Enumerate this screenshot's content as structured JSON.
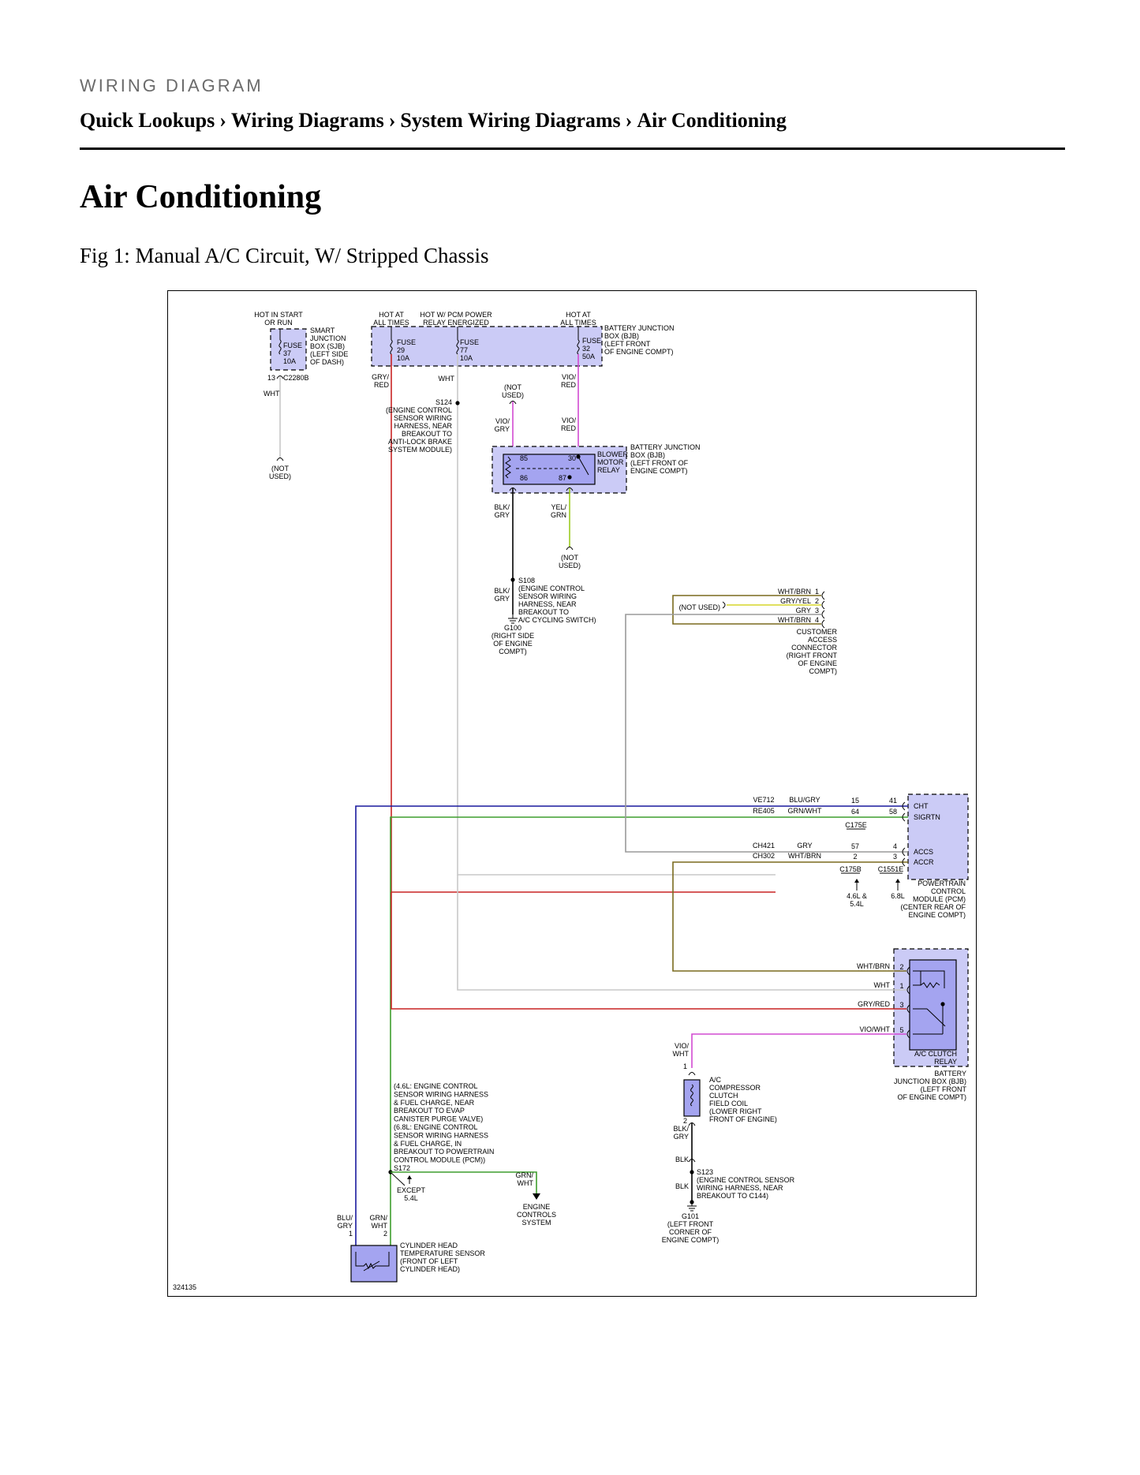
{
  "header": {
    "kicker": "WIRING DIAGRAM",
    "breadcrumb": [
      "Quick Lookups",
      "Wiring Diagrams",
      "System Wiring Diagrams",
      "Air Conditioning"
    ],
    "separator": "›"
  },
  "page_title": "Air Conditioning",
  "figure": {
    "caption": "Fig 1: Manual A/C Circuit, W/ Stripped Chassis",
    "figure_id": "324135"
  },
  "wire_colors": {
    "red": "#c82424",
    "white": "#c8c8c8",
    "violet": "#d24bd2",
    "blue": "#1a1a9e",
    "green": "#3f9e2e",
    "yellow": "#d6d62a",
    "brown": "#7a6a1e",
    "gray": "#9a9a9a",
    "black": "#000000",
    "yelgrn": "#9ccc22",
    "box_fill": "#cbcbf6",
    "inner_fill": "#a4a4f0"
  },
  "labels": {
    "hot_start_run": [
      "HOT IN START",
      "OR RUN"
    ],
    "sjb": [
      "SMART",
      "JUNCTION",
      "BOX (SJB)",
      "(LEFT SIDE",
      "OF DASH)"
    ],
    "fuse37": [
      "FUSE",
      "37",
      "10A"
    ],
    "pin13": "13",
    "c2280b": "C2280B",
    "wht_sjb": "WHT",
    "not_used_sjb": [
      "(NOT",
      "USED)"
    ],
    "hot_all_1": [
      "HOT AT",
      "ALL TIMES"
    ],
    "hot_pcm": [
      "HOT W/ PCM POWER",
      "RELAY ENERGIZED"
    ],
    "hot_all_2": [
      "HOT AT",
      "ALL TIMES"
    ],
    "bjb_top": [
      "BATTERY JUNCTION",
      "BOX (BJB)",
      "(LEFT FRONT",
      "OF ENGINE COMPT)"
    ],
    "fuse29": [
      "FUSE",
      "29",
      "10A"
    ],
    "fuse77": [
      "FUSE",
      "77",
      "10A"
    ],
    "fuse32": [
      "FUSE",
      "32",
      "50A"
    ],
    "gry_red": [
      "GRY/",
      "RED"
    ],
    "wht_top": "WHT",
    "vio_red_top": [
      "VIO/",
      "RED"
    ],
    "not_used_relay": [
      "(NOT",
      "USED)"
    ],
    "s124": [
      "S124",
      "(ENGINE CONTROL",
      "SENSOR WIRING",
      "HARNESS, NEAR",
      "BREAKOUT TO",
      "ANTI-LOCK BRAKE",
      "SYSTEM MODULE)"
    ],
    "vio_gry": [
      "VIO/",
      "GRY"
    ],
    "vio_red_mid": [
      "VIO/",
      "RED"
    ],
    "bjb_blower": [
      "BATTERY JUNCTION",
      "BOX (BJB)",
      "(LEFT FRONT OF",
      "ENGINE COMPT)"
    ],
    "blower_relay": [
      "BLOWER",
      "MOTOR",
      "RELAY"
    ],
    "pin85": "85",
    "pin30": "30",
    "pin86": "86",
    "pin87": "87",
    "blk_gry_1": [
      "BLK/",
      "GRY"
    ],
    "yel_grn": [
      "YEL/",
      "GRN"
    ],
    "not_used_yelgrn": [
      "(NOT",
      "USED)"
    ],
    "s108": [
      "S108",
      "(ENGINE CONTROL",
      "SENSOR WIRING",
      "HARNESS, NEAR",
      "BREAKOUT TO",
      "A/C CYCLING SWITCH)"
    ],
    "blk_gry_2": [
      "BLK/",
      "GRY"
    ],
    "g100": [
      "G100",
      "(RIGHT SIDE",
      "OF ENGINE",
      "COMPT)"
    ],
    "cust_wires": [
      "WHT/BRN",
      "GRY/YEL",
      "GRY",
      "WHT/BRN"
    ],
    "cust_pins": [
      "1",
      "2",
      "3",
      "4"
    ],
    "not_used_cust": "(NOT USED)",
    "cust_conn": [
      "CUSTOMER",
      "ACCESS",
      "CONNECTOR",
      "(RIGHT FRONT",
      "OF ENGINE",
      "COMPT)"
    ],
    "pcm_circuits": [
      "VE712",
      "RE405",
      "CH421",
      "CH302"
    ],
    "pcm_colors": [
      "BLU/GRY",
      "GRN/WHT",
      "GRY",
      "WHT/BRN"
    ],
    "pcm_pins_a": [
      "15",
      "64",
      "57",
      "2"
    ],
    "pcm_pins_b": [
      "41",
      "58",
      "4",
      "3"
    ],
    "pcm_signals": [
      "CHT",
      "SIGRTN",
      "ACCS",
      "ACCR"
    ],
    "c175e": "C175E",
    "c175b": "C175B",
    "c1551e": "C1551E",
    "eng_46": [
      "4.6L &",
      "5.4L"
    ],
    "eng_68": "6.8L",
    "pcm": [
      "POWERTRAIN",
      "CONTROL",
      "MODULE (PCM)",
      "(CENTER REAR OF",
      "ENGINE COMPT)"
    ],
    "ac_relay_wires": [
      "WHT/BRN",
      "WHT",
      "GRY/RED",
      "VIO/WHT"
    ],
    "ac_relay_pins": [
      "2",
      "1",
      "3",
      "5"
    ],
    "ac_relay": [
      "A/C CLUTCH",
      "RELAY"
    ],
    "bjb_ac": [
      "BATTERY",
      "JUNCTION BOX (BJB)",
      "(LEFT FRONT",
      "OF ENGINE COMPT)"
    ],
    "vio_wht": [
      "VIO/",
      "WHT"
    ],
    "clutch_pin1": "1",
    "clutch_pin2": "2",
    "clutch": [
      "A/C",
      "COMPRESSOR",
      "CLUTCH",
      "FIELD COIL",
      "(LOWER RIGHT",
      "FRONT OF ENGINE)"
    ],
    "blk_gry_3": [
      "BLK/",
      "GRY"
    ],
    "blk_1": "BLK",
    "s123": [
      "S123",
      "(ENGINE CONTROL SENSOR",
      "WIRING HARNESS, NEAR",
      "BREAKOUT TO C144)"
    ],
    "blk_2": "BLK",
    "g101": [
      "G101",
      "(LEFT FRONT",
      "CORNER OF",
      "ENGINE COMPT)"
    ],
    "s172": [
      "(4.6L: ENGINE CONTROL",
      "SENSOR WIRING HARNESS",
      "& FUEL CHARGE, NEAR",
      "BREAKOUT TO EVAP",
      "CANISTER PURGE VALVE)",
      "(6.8L: ENGINE CONTROL",
      "SENSOR WIRING HARNESS",
      "& FUEL CHARGE, IN",
      "BREAKOUT TO POWERTRAIN",
      "CONTROL MODULE (PCM))",
      "S172"
    ],
    "except": [
      "EXCEPT",
      "5.4L"
    ],
    "grn_wht_mid": [
      "GRN/",
      "WHT"
    ],
    "eng_controls": [
      "ENGINE",
      "CONTROLS",
      "SYSTEM"
    ],
    "blu_gry": [
      "BLU/",
      "GRY"
    ],
    "grn_wht_bot": [
      "GRN/",
      "WHT"
    ],
    "cht_pin1": "1",
    "cht_pin2": "2",
    "cht_sensor": [
      "CYLINDER HEAD",
      "TEMPERATURE SENSOR",
      "(FRONT OF LEFT",
      "CYLINDER HEAD)"
    ]
  }
}
